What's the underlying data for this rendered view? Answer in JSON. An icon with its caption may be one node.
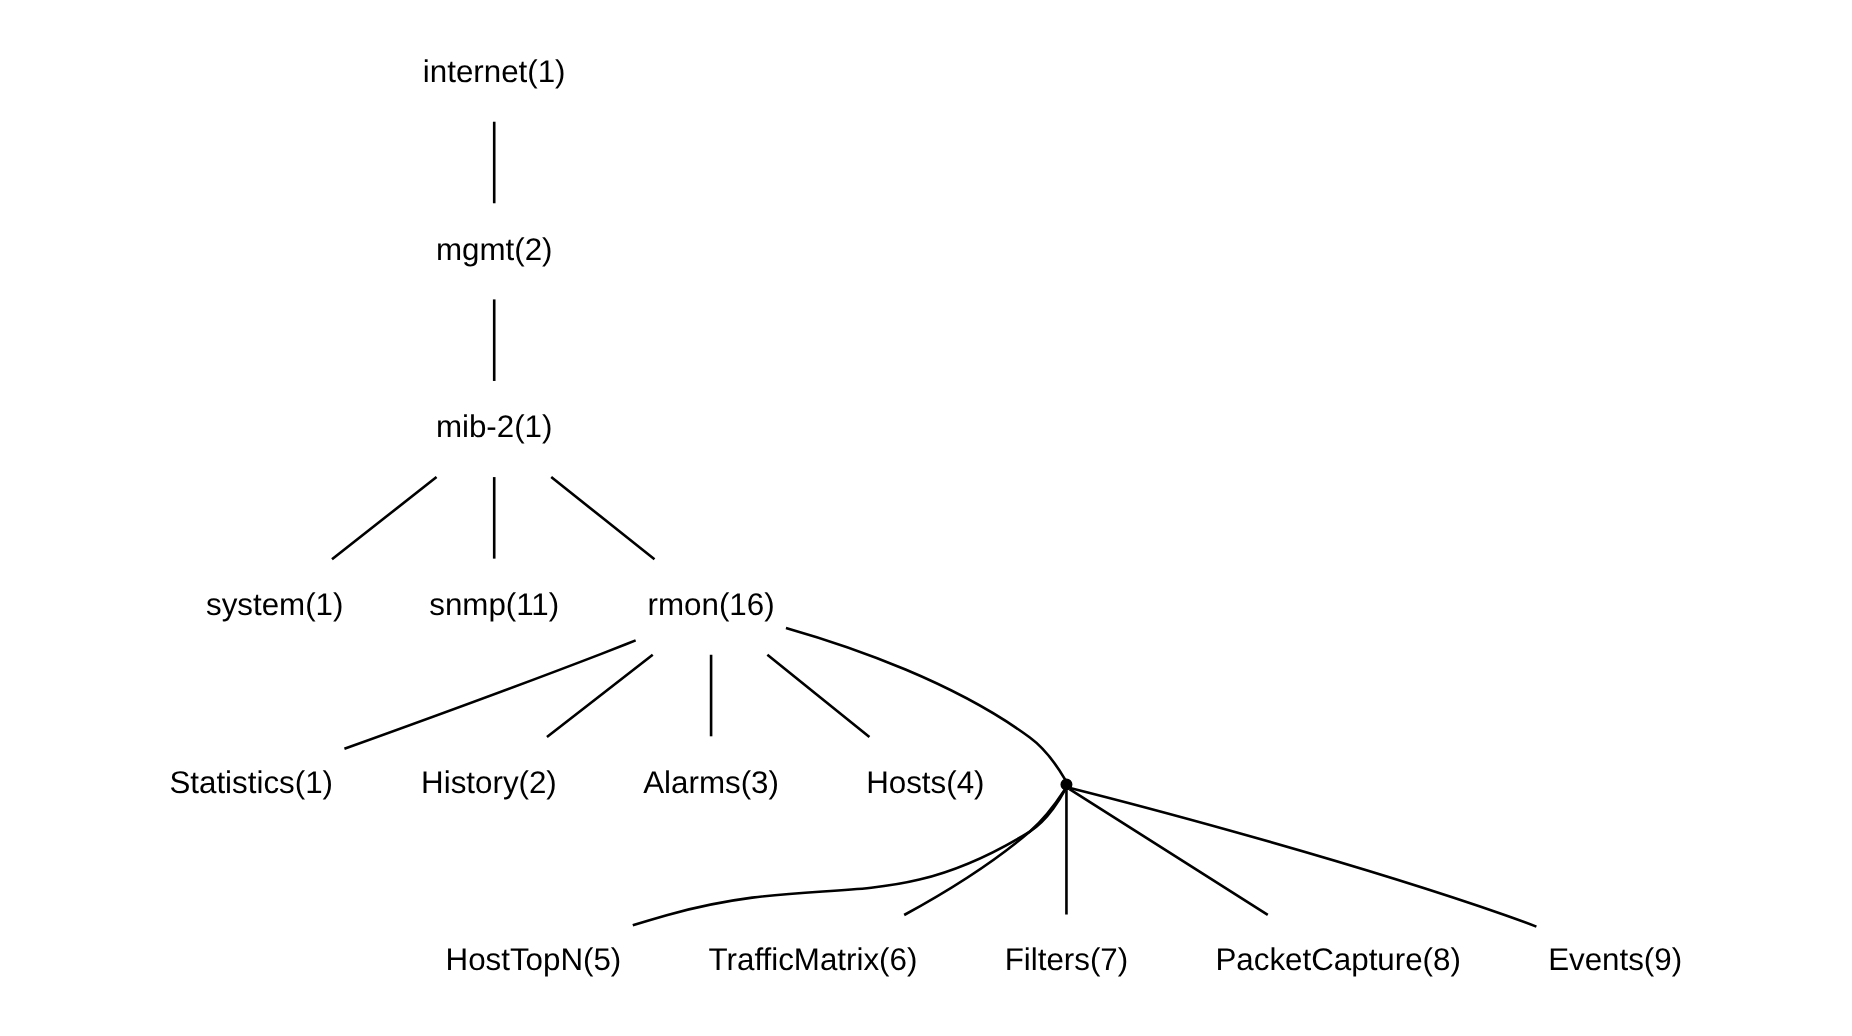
{
  "diagram": {
    "nodes": [
      {
        "text": [
          "internet(1)"
        ]
      },
      {
        "text": [
          "mgmt(2)"
        ]
      },
      {
        "text": [
          "mib-2(1)"
        ]
      },
      {
        "text": [
          "system(1)"
        ]
      },
      {
        "text": [
          "snmp(11)"
        ]
      },
      {
        "text": [
          "rmon(16)"
        ]
      },
      {
        "text": [
          "Statistics(1)"
        ]
      },
      {
        "text": [
          "History(2)"
        ]
      },
      {
        "text": [
          "Alarms(3)"
        ]
      },
      {
        "text": [
          "Hosts(4)"
        ]
      },
      {
        "text": [],
        "shape": "point"
      },
      {
        "text": [
          "HostTopN(5)"
        ]
      },
      {
        "text": [
          "TrafficMatrix(6)"
        ]
      },
      {
        "text": [
          "Filters(7)"
        ]
      },
      {
        "text": [
          "PacketCapture(8)"
        ]
      },
      {
        "text": [
          "Events(9)"
        ]
      }
    ],
    "edges": [
      {
        "from": 0,
        "to": 1,
        "arrow": "none"
      },
      {
        "from": 1,
        "to": 2,
        "arrow": "none"
      },
      {
        "from": 2,
        "to": 3,
        "arrow": "none"
      },
      {
        "from": 2,
        "to": 4,
        "arrow": "none"
      },
      {
        "from": 2,
        "to": 5,
        "arrow": "none"
      },
      {
        "from": 5,
        "to": 6,
        "arrow": "none"
      },
      {
        "from": 5,
        "to": 7,
        "arrow": "none"
      },
      {
        "from": 5,
        "to": 8,
        "arrow": "none"
      },
      {
        "from": 5,
        "to": 9,
        "arrow": "none"
      },
      {
        "from": 5,
        "to": 10,
        "arrow": "none"
      },
      {
        "from": 10,
        "to": 11,
        "arrow": "none"
      },
      {
        "from": 10,
        "to": 12,
        "arrow": "none"
      },
      {
        "from": 10,
        "to": 13,
        "arrow": "none"
      },
      {
        "from": 10,
        "to": 14,
        "arrow": "none"
      },
      {
        "from": 10,
        "to": 15,
        "arrow": "none"
      }
    ]
  }
}
